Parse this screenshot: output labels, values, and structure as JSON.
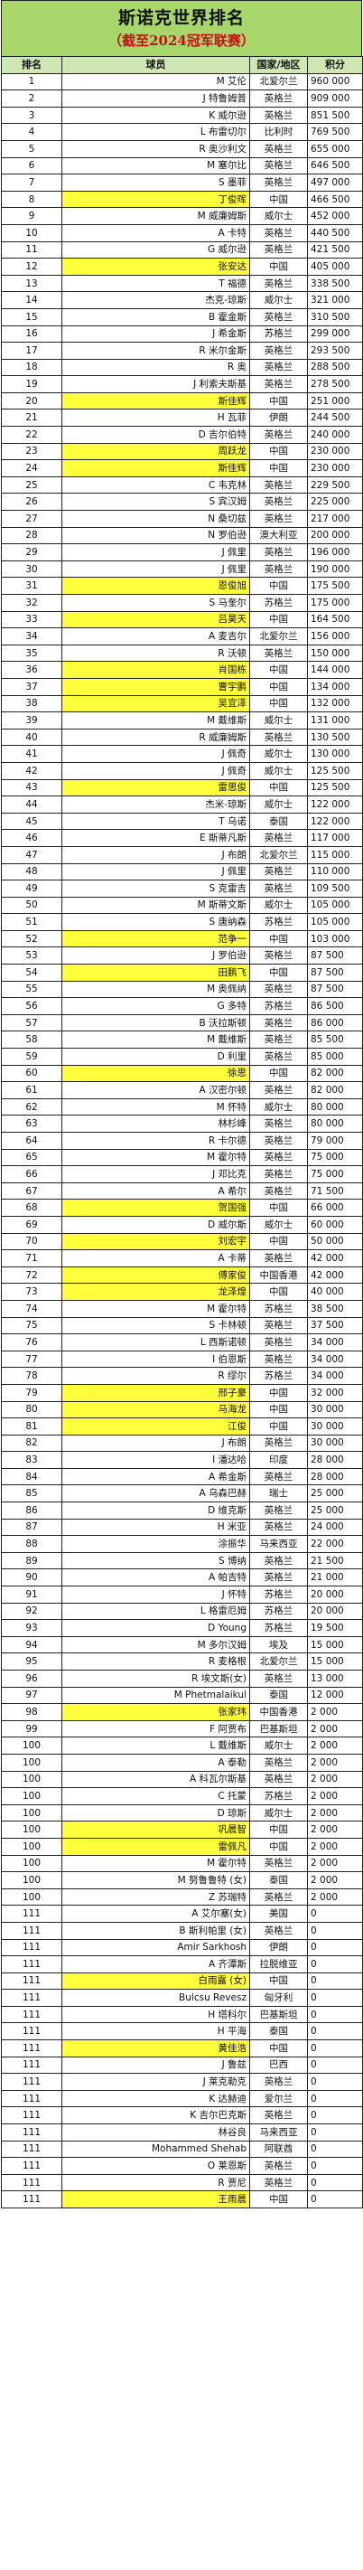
{
  "header": {
    "title": "斯诺克世界排名",
    "subtitle": "（截至2024冠军联赛）"
  },
  "columns": [
    "排名",
    "球员",
    "国家/地区",
    "积分"
  ],
  "colors": {
    "header_bg": "#a7d66b",
    "subtitle_red": "#c1121b",
    "highlight_yellow": "#ffff3c",
    "column_header_bg": "#cfe8b3"
  },
  "rows": [
    {
      "rank": "1",
      "name": "M 艾伦",
      "country": "北爱尔兰",
      "points": "960 000",
      "hl": false
    },
    {
      "rank": "2",
      "name": "J 特鲁姆普",
      "country": "英格兰",
      "points": "909 000",
      "hl": false
    },
    {
      "rank": "3",
      "name": "K 威尔逊",
      "country": "英格兰",
      "points": "851 500",
      "hl": false
    },
    {
      "rank": "4",
      "name": "L 布雷切尔",
      "country": "比利时",
      "points": "769 500",
      "hl": false
    },
    {
      "rank": "5",
      "name": "R 奥沙利文",
      "country": "英格兰",
      "points": "655 000",
      "hl": false
    },
    {
      "rank": "6",
      "name": "M 塞尔比",
      "country": "英格兰",
      "points": "646 500",
      "hl": false
    },
    {
      "rank": "7",
      "name": "S 墨菲",
      "country": "英格兰",
      "points": "497 000",
      "hl": false
    },
    {
      "rank": "8",
      "name": "丁俊晖",
      "country": "中国",
      "points": "466 500",
      "hl": true
    },
    {
      "rank": "9",
      "name": "M 威廉姆斯",
      "country": "威尔士",
      "points": "452 000",
      "hl": false
    },
    {
      "rank": "10",
      "name": "A 卡特",
      "country": "英格兰",
      "points": "440 500",
      "hl": false
    },
    {
      "rank": "11",
      "name": "G 威尔逊",
      "country": "英格兰",
      "points": "421 500",
      "hl": false
    },
    {
      "rank": "12",
      "name": "张安达",
      "country": "中国",
      "points": "405 000",
      "hl": true
    },
    {
      "rank": "13",
      "name": "T 福德",
      "country": "英格兰",
      "points": "338 500",
      "hl": false
    },
    {
      "rank": "14",
      "name": "杰克-琼斯",
      "country": "威尔士",
      "points": "321 000",
      "hl": false
    },
    {
      "rank": "15",
      "name": "B 霍金斯",
      "country": "英格兰",
      "points": "310 500",
      "hl": false
    },
    {
      "rank": "16",
      "name": "J 希金斯",
      "country": "苏格兰",
      "points": "299 000",
      "hl": false
    },
    {
      "rank": "17",
      "name": "R 米尔金斯",
      "country": "英格兰",
      "points": "293 500",
      "hl": false
    },
    {
      "rank": "18",
      "name": "R 奥",
      "country": "英格兰",
      "points": "288 500",
      "hl": false
    },
    {
      "rank": "19",
      "name": "J 利索夫斯基",
      "country": "英格兰",
      "points": "278 500",
      "hl": false
    },
    {
      "rank": "20",
      "name": "斯佳辉",
      "country": "中国",
      "points": "251 000",
      "hl": true
    },
    {
      "rank": "21",
      "name": "H 瓦菲",
      "country": "伊朗",
      "points": "244 500",
      "hl": false
    },
    {
      "rank": "22",
      "name": "D 吉尔伯特",
      "country": "英格兰",
      "points": "240 000",
      "hl": false
    },
    {
      "rank": "23",
      "name": "周跃龙",
      "country": "中国",
      "points": "230 000",
      "hl": true
    },
    {
      "rank": "24",
      "name": "斯佳辉",
      "country": "中国",
      "points": "230 000",
      "hl": true
    },
    {
      "rank": "25",
      "name": "C 韦克林",
      "country": "英格兰",
      "points": "229 500",
      "hl": false
    },
    {
      "rank": "26",
      "name": "S 宾汉姆",
      "country": "英格兰",
      "points": "225 000",
      "hl": false
    },
    {
      "rank": "27",
      "name": "N 桑切兹",
      "country": "英格兰",
      "points": "217 000",
      "hl": false
    },
    {
      "rank": "28",
      "name": "N 罗伯逊",
      "country": "澳大利亚",
      "points": "200 000",
      "hl": false
    },
    {
      "rank": "29",
      "name": "J 佩里",
      "country": "英格兰",
      "points": "196 000",
      "hl": false
    },
    {
      "rank": "30",
      "name": "J 佩里",
      "country": "英格兰",
      "points": "190 000",
      "hl": false
    },
    {
      "rank": "31",
      "name": "恩俊旭",
      "country": "中国",
      "points": "175 500",
      "hl": true
    },
    {
      "rank": "32",
      "name": "S 马奎尔",
      "country": "苏格兰",
      "points": "175 000",
      "hl": false
    },
    {
      "rank": "33",
      "name": "吕昊天",
      "country": "中国",
      "points": "164 500",
      "hl": true
    },
    {
      "rank": "34",
      "name": "A 麦吉尔",
      "country": "北爱尔兰",
      "points": "156 000",
      "hl": false
    },
    {
      "rank": "35",
      "name": "R 沃顿",
      "country": "英格兰",
      "points": "150 000",
      "hl": false
    },
    {
      "rank": "36",
      "name": "肖国栋",
      "country": "中国",
      "points": "144 000",
      "hl": true
    },
    {
      "rank": "37",
      "name": "曹宇鹏",
      "country": "中国",
      "points": "134 000",
      "hl": true
    },
    {
      "rank": "38",
      "name": "吴宜泽",
      "country": "中国",
      "points": "132 000",
      "hl": true
    },
    {
      "rank": "39",
      "name": "M 戴维斯",
      "country": "威尔士",
      "points": "131 000",
      "hl": false
    },
    {
      "rank": "40",
      "name": "R 威廉姆斯",
      "country": "英格兰",
      "points": "130 500",
      "hl": false
    },
    {
      "rank": "41",
      "name": "J 佩奇",
      "country": "威尔士",
      "points": "130 000",
      "hl": false
    },
    {
      "rank": "42",
      "name": "J 佩奇",
      "country": "威尔士",
      "points": "125 500",
      "hl": false
    },
    {
      "rank": "43",
      "name": "雷思俊",
      "country": "中国",
      "points": "125 500",
      "hl": true
    },
    {
      "rank": "44",
      "name": "杰米-琼斯",
      "country": "威尔士",
      "points": "122 000",
      "hl": false
    },
    {
      "rank": "45",
      "name": "T 乌诺",
      "country": "泰国",
      "points": "122 000",
      "hl": false
    },
    {
      "rank": "46",
      "name": "E 斯蒂凡斯",
      "country": "英格兰",
      "points": "117 000",
      "hl": false
    },
    {
      "rank": "47",
      "name": "J 布朗",
      "country": "北爱尔兰",
      "points": "115 000",
      "hl": false
    },
    {
      "rank": "48",
      "name": "J 佩里",
      "country": "英格兰",
      "points": "110 000",
      "hl": false
    },
    {
      "rank": "49",
      "name": "S 克雷吉",
      "country": "英格兰",
      "points": "109 500",
      "hl": false
    },
    {
      "rank": "50",
      "name": "M 斯蒂文斯",
      "country": "威尔士",
      "points": "105 000",
      "hl": false
    },
    {
      "rank": "51",
      "name": "S 唐纳森",
      "country": "苏格兰",
      "points": "105 000",
      "hl": false
    },
    {
      "rank": "52",
      "name": "范争一",
      "country": "中国",
      "points": "103 000",
      "hl": true
    },
    {
      "rank": "53",
      "name": "J 罗伯逊",
      "country": "英格兰",
      "points": "87 500",
      "hl": false
    },
    {
      "rank": "54",
      "name": "田鹏飞",
      "country": "中国",
      "points": "87 500",
      "hl": true
    },
    {
      "rank": "55",
      "name": "M 奥佩纳",
      "country": "英格兰",
      "points": "87 500",
      "hl": false
    },
    {
      "rank": "56",
      "name": "G 多特",
      "country": "苏格兰",
      "points": "86 500",
      "hl": false
    },
    {
      "rank": "57",
      "name": "B 沃拉斯顿",
      "country": "英格兰",
      "points": "86 000",
      "hl": false
    },
    {
      "rank": "58",
      "name": "M 戴维斯",
      "country": "英格兰",
      "points": "85 500",
      "hl": false
    },
    {
      "rank": "59",
      "name": "D 利里",
      "country": "英格兰",
      "points": "85 000",
      "hl": false
    },
    {
      "rank": "60",
      "name": "徐思",
      "country": "中国",
      "points": "82 000",
      "hl": true
    },
    {
      "rank": "61",
      "name": "A 汉密尔顿",
      "country": "英格兰",
      "points": "82 000",
      "hl": false
    },
    {
      "rank": "62",
      "name": "M 怀特",
      "country": "威尔士",
      "points": "80 000",
      "hl": false
    },
    {
      "rank": "63",
      "name": "林杉峰",
      "country": "英格兰",
      "points": "80 000",
      "hl": false
    },
    {
      "rank": "64",
      "name": "R 卡尔德",
      "country": "英格兰",
      "points": "79 000",
      "hl": false
    },
    {
      "rank": "65",
      "name": "M 霍尔特",
      "country": "英格兰",
      "points": "75 000",
      "hl": false
    },
    {
      "rank": "66",
      "name": "J 邓比克",
      "country": "英格兰",
      "points": "75 000",
      "hl": false
    },
    {
      "rank": "67",
      "name": "A 希尔",
      "country": "英格兰",
      "points": "71 500",
      "hl": false
    },
    {
      "rank": "68",
      "name": "贺国强",
      "country": "中国",
      "points": "66 000",
      "hl": true
    },
    {
      "rank": "69",
      "name": "D 威尔斯",
      "country": "威尔士",
      "points": "60 000",
      "hl": false
    },
    {
      "rank": "70",
      "name": "刘宏宇",
      "country": "中国",
      "points": "50 000",
      "hl": true
    },
    {
      "rank": "71",
      "name": "A 卡蒂",
      "country": "英格兰",
      "points": "42 000",
      "hl": false
    },
    {
      "rank": "72",
      "name": "傅家俊",
      "country": "中国香港",
      "points": "42 000",
      "hl": true
    },
    {
      "rank": "73",
      "name": "龙泽煌",
      "country": "中国",
      "points": "40 000",
      "hl": true
    },
    {
      "rank": "74",
      "name": "M 霍尔特",
      "country": "苏格兰",
      "points": "38 500",
      "hl": false
    },
    {
      "rank": "75",
      "name": "S 卡林顿",
      "country": "英格兰",
      "points": "37 500",
      "hl": false
    },
    {
      "rank": "76",
      "name": "L 西斯诺顿",
      "country": "英格兰",
      "points": "34 000",
      "hl": false
    },
    {
      "rank": "77",
      "name": "I 伯恩斯",
      "country": "英格兰",
      "points": "34 000",
      "hl": false
    },
    {
      "rank": "78",
      "name": "R 缪尔",
      "country": "苏格兰",
      "points": "34 000",
      "hl": false
    },
    {
      "rank": "79",
      "name": "邢子豪",
      "country": "中国",
      "points": "32 000",
      "hl": true
    },
    {
      "rank": "80",
      "name": "马海龙",
      "country": "中国",
      "points": "30 000",
      "hl": true
    },
    {
      "rank": "81",
      "name": "江俊",
      "country": "中国",
      "points": "30 000",
      "hl": true
    },
    {
      "rank": "82",
      "name": "J 布朗",
      "country": "英格兰",
      "points": "30 000",
      "hl": false
    },
    {
      "rank": "83",
      "name": "I 潘达哈",
      "country": "印度",
      "points": "28 000",
      "hl": false
    },
    {
      "rank": "84",
      "name": "A 希金斯",
      "country": "英格兰",
      "points": "28 000",
      "hl": false
    },
    {
      "rank": "85",
      "name": "A 乌森巴赫",
      "country": "瑞士",
      "points": "25 000",
      "hl": false
    },
    {
      "rank": "86",
      "name": "D 维克斯",
      "country": "英格兰",
      "points": "25 000",
      "hl": false
    },
    {
      "rank": "87",
      "name": "H 米亚",
      "country": "英格兰",
      "points": "24 000",
      "hl": false
    },
    {
      "rank": "88",
      "name": "涂振华",
      "country": "马来西亚",
      "points": "22 000",
      "hl": false
    },
    {
      "rank": "89",
      "name": "S 博纳",
      "country": "英格兰",
      "points": "21 500",
      "hl": false
    },
    {
      "rank": "90",
      "name": "A 帕吉特",
      "country": "英格兰",
      "points": "21 000",
      "hl": false
    },
    {
      "rank": "91",
      "name": "J 怀特",
      "country": "苏格兰",
      "points": "20 000",
      "hl": false
    },
    {
      "rank": "92",
      "name": "L 格雷厄姆",
      "country": "苏格兰",
      "points": "20 000",
      "hl": false
    },
    {
      "rank": "93",
      "name": "D Young",
      "country": "苏格兰",
      "points": "19 500",
      "hl": false
    },
    {
      "rank": "94",
      "name": "M 多尔汉姆",
      "country": "埃及",
      "points": "15 000",
      "hl": false
    },
    {
      "rank": "95",
      "name": "R 麦格根",
      "country": "北爱尔兰",
      "points": "15 000",
      "hl": false
    },
    {
      "rank": "96",
      "name": "R 埃文斯(女)",
      "country": "英格兰",
      "points": "13 000",
      "hl": false
    },
    {
      "rank": "97",
      "name": "M Phetmalaikul",
      "country": "泰国",
      "points": "12 000",
      "hl": false
    },
    {
      "rank": "98",
      "name": "张家玮",
      "country": "中国香港",
      "points": "2 000",
      "hl": true
    },
    {
      "rank": "99",
      "name": "F 阿贾布",
      "country": "巴基斯坦",
      "points": "2 000",
      "hl": false
    },
    {
      "rank": "100",
      "name": "L 戴维斯",
      "country": "威尔士",
      "points": "2 000",
      "hl": false
    },
    {
      "rank": "100",
      "name": "A 泰勒",
      "country": "英格兰",
      "points": "2 000",
      "hl": false
    },
    {
      "rank": "100",
      "name": "A 科瓦尔斯基",
      "country": "英格兰",
      "points": "2 000",
      "hl": false
    },
    {
      "rank": "100",
      "name": "C 托蒙",
      "country": "苏格兰",
      "points": "2 000",
      "hl": false
    },
    {
      "rank": "100",
      "name": "D 琼斯",
      "country": "威尔士",
      "points": "2 000",
      "hl": false
    },
    {
      "rank": "100",
      "name": "巩晨智",
      "country": "中国",
      "points": "2 000",
      "hl": true
    },
    {
      "rank": "100",
      "name": "雷佩凡",
      "country": "中国",
      "points": "2 000",
      "hl": true
    },
    {
      "rank": "100",
      "name": "M 霍尔特",
      "country": "英格兰",
      "points": "2 000",
      "hl": false
    },
    {
      "rank": "100",
      "name": "M 努鲁鲁特 (女)",
      "country": "泰国",
      "points": "2 000",
      "hl": false
    },
    {
      "rank": "100",
      "name": "Z 苏瑞特",
      "country": "英格兰",
      "points": "2 000",
      "hl": false
    },
    {
      "rank": "111",
      "name": "A 艾尔塞(女)",
      "country": "美国",
      "points": "0",
      "hl": false
    },
    {
      "rank": "111",
      "name": "B 斯利帕里 (女)",
      "country": "英格兰",
      "points": "0",
      "hl": false
    },
    {
      "rank": "111",
      "name": "Amir Sarkhosh",
      "country": "伊朗",
      "points": "0",
      "hl": false
    },
    {
      "rank": "111",
      "name": "A 齐潭斯",
      "country": "拉脱维亚",
      "points": "0",
      "hl": false
    },
    {
      "rank": "111",
      "name": "白雨露 (女)",
      "country": "中国",
      "points": "0",
      "hl": true
    },
    {
      "rank": "111",
      "name": "Bulcsu Revesz",
      "country": "匈牙利",
      "points": "0",
      "hl": false
    },
    {
      "rank": "111",
      "name": "H 塔科尔",
      "country": "巴基斯坦",
      "points": "0",
      "hl": false
    },
    {
      "rank": "111",
      "name": "H 平海",
      "country": "泰国",
      "points": "0",
      "hl": false
    },
    {
      "rank": "111",
      "name": "黄佳浩",
      "country": "中国",
      "points": "0",
      "hl": true
    },
    {
      "rank": "111",
      "name": "J 鲁兹",
      "country": "巴西",
      "points": "0",
      "hl": false
    },
    {
      "rank": "111",
      "name": "J 莱克勒克",
      "country": "英格兰",
      "points": "0",
      "hl": false
    },
    {
      "rank": "111",
      "name": "K 达赫迪",
      "country": "爱尔兰",
      "points": "0",
      "hl": false
    },
    {
      "rank": "111",
      "name": "K 吉尔巴克斯",
      "country": "英格兰",
      "points": "0",
      "hl": false
    },
    {
      "rank": "111",
      "name": "林谷良",
      "country": "马来西亚",
      "points": "0",
      "hl": false
    },
    {
      "rank": "111",
      "name": "Mohammed Shehab",
      "country": "阿联酋",
      "points": "0",
      "hl": false
    },
    {
      "rank": "111",
      "name": "O 莱恩斯",
      "country": "英格兰",
      "points": "0",
      "hl": false
    },
    {
      "rank": "111",
      "name": "R 贾尼",
      "country": "英格兰",
      "points": "0",
      "hl": false
    },
    {
      "rank": "111",
      "name": "王雨晨",
      "country": "中国",
      "points": "0",
      "hl": true
    }
  ]
}
